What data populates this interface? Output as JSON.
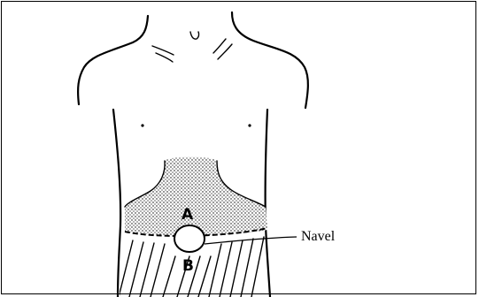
{
  "diagram": {
    "region_a_label": "A",
    "region_b_label": "B",
    "navel_label": "Navel"
  },
  "colors": {
    "outline": "#000000",
    "background": "#ffffff"
  },
  "icons": {
    "figure": "torso-outline-icon",
    "navel": "navel-circle-icon"
  }
}
